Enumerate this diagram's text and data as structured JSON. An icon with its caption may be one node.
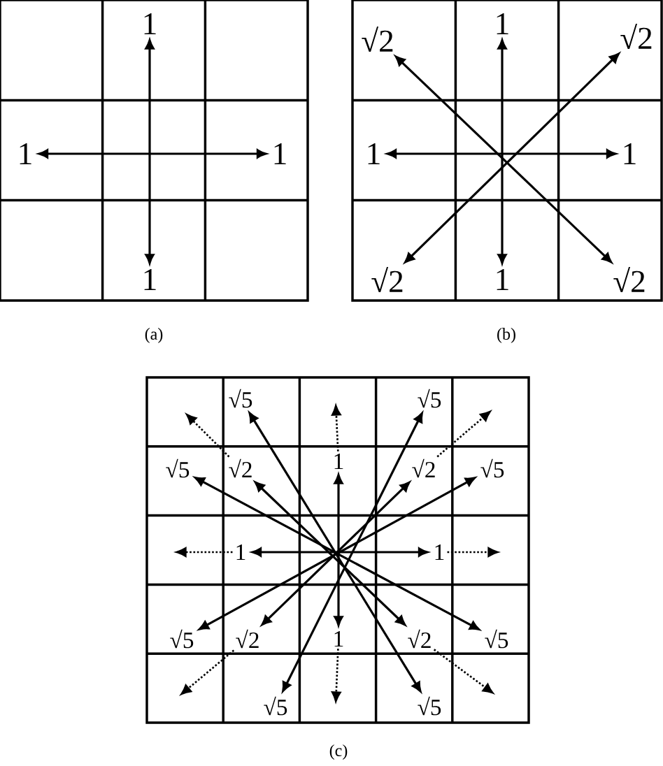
{
  "diagram": {
    "nodes": [
      {
        "text": [
          "1"
        ]
      },
      {
        "text": [
          "1"
        ]
      },
      {
        "text": [
          "1"
        ]
      },
      {
        "text": [
          "1"
        ]
      },
      {
        "text": [
          "√2"
        ]
      },
      {
        "text": [
          "1"
        ]
      },
      {
        "text": [
          "√2"
        ]
      },
      {
        "text": [
          "1"
        ]
      },
      {
        "text": [
          "1"
        ]
      },
      {
        "text": [
          "√2"
        ]
      },
      {
        "text": [
          "1"
        ]
      },
      {
        "text": [
          "√2"
        ]
      },
      {
        "text": [
          "√5"
        ]
      },
      {
        "text": [
          "√5"
        ]
      },
      {
        "text": [
          "√5"
        ]
      },
      {
        "text": [
          "√2"
        ]
      },
      {
        "text": [
          "1"
        ]
      },
      {
        "text": [
          "√2"
        ]
      },
      {
        "text": [
          "√5"
        ]
      },
      {
        "text": [
          "1"
        ]
      },
      {
        "text": [
          "1"
        ]
      },
      {
        "text": [
          "√5"
        ]
      },
      {
        "text": [
          "√2"
        ]
      },
      {
        "text": [
          "1"
        ]
      },
      {
        "text": [
          "√2"
        ]
      },
      {
        "text": [
          "√5"
        ]
      },
      {
        "text": [
          "√5"
        ]
      },
      {
        "text": [
          "√5"
        ]
      }
    ],
    "edges": [
      {
        "from": 1,
        "to": 2,
        "arrow": "both"
      },
      {
        "from": 0,
        "to": 3,
        "arrow": "both"
      },
      {
        "from": 7,
        "to": 8,
        "arrow": "both"
      },
      {
        "from": 5,
        "to": 10,
        "arrow": "both"
      },
      {
        "from": 4,
        "to": 11,
        "arrow": "both"
      },
      {
        "from": 6,
        "to": 9,
        "arrow": "both"
      },
      {
        "from": 12,
        "to": 27,
        "arrow": "both"
      },
      {
        "from": 13,
        "to": 26,
        "arrow": "both"
      },
      {
        "from": 14,
        "to": 25,
        "arrow": "both"
      },
      {
        "from": 18,
        "to": 21,
        "arrow": "both"
      },
      {
        "from": 15,
        "to": 24,
        "arrow": "both"
      },
      {
        "from": 17,
        "to": 22,
        "arrow": "both"
      },
      {
        "from": 16,
        "to": 23,
        "arrow": "both"
      },
      {
        "from": 19,
        "to": 20,
        "arrow": "both"
      },
      {
        "from": 15,
        "to": null,
        "arrow": "to",
        "style": "dashed"
      },
      {
        "from": 17,
        "to": null,
        "arrow": "to",
        "style": "dashed"
      },
      {
        "from": 22,
        "to": null,
        "arrow": "to",
        "style": "dashed"
      },
      {
        "from": 24,
        "to": null,
        "arrow": "to",
        "style": "dashed"
      },
      {
        "from": 16,
        "to": null,
        "arrow": "to",
        "style": "dashed"
      },
      {
        "from": 19,
        "to": null,
        "arrow": "to",
        "style": "dashed"
      },
      {
        "from": 20,
        "to": null,
        "arrow": "to",
        "style": "dashed"
      },
      {
        "from": 23,
        "to": null,
        "arrow": "to",
        "style": "dashed"
      }
    ],
    "labels": [
      "(a)",
      "(b)",
      "(c)"
    ]
  }
}
